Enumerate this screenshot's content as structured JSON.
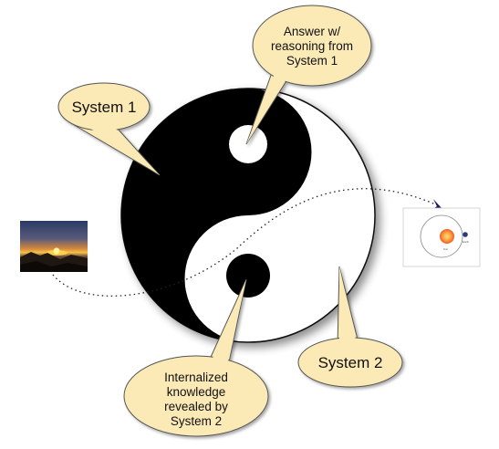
{
  "labels": {
    "system1": "System 1",
    "answer_line1": "Answer w/",
    "answer_line2": "reasoning from",
    "answer_line3": "System 1",
    "internalized_line1": "Internalized",
    "internalized_line2": "knowledge",
    "internalized_line3": "revealed by",
    "internalized_line4": "System 2",
    "system2": "System 2"
  },
  "images": {
    "sunset_photo": "sunset-landscape-photo",
    "orbit_diagram": "sun-earth-orbit-diagram"
  },
  "colors": {
    "bubble_fill": "#fbeab6",
    "bubble_stroke": "#555555",
    "yin": "#000000",
    "yang": "#ffffff"
  }
}
